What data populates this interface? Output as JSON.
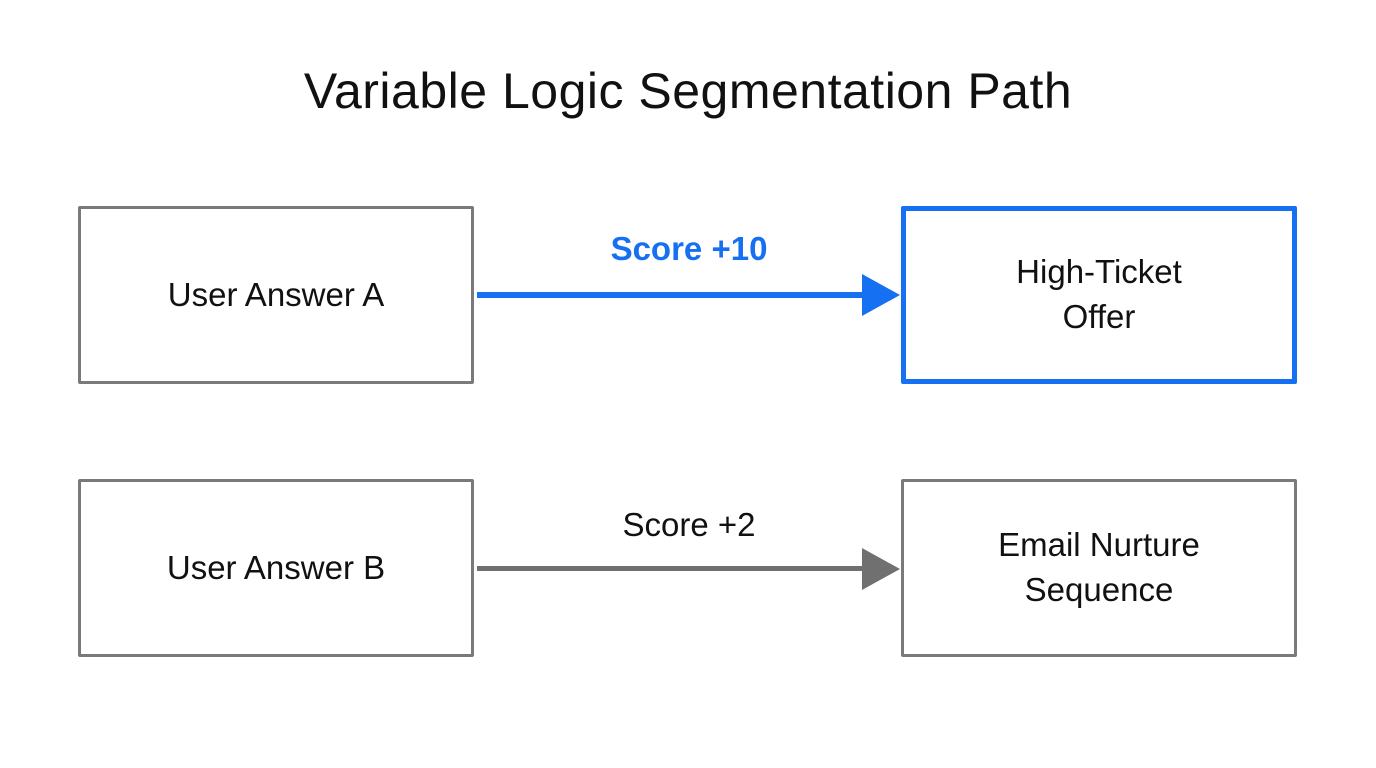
{
  "title": "Variable Logic Segmentation Path",
  "colors": {
    "background": "#ffffff",
    "accent_blue": "#1570f2",
    "node_border_gray": "#7a7a7a",
    "arrow_gray": "#707070",
    "text": "#111111"
  },
  "nodes": [
    {
      "id": "user-answer-a",
      "label": "User Answer A",
      "border_color": "#7a7a7a"
    },
    {
      "id": "high-ticket-offer",
      "label": "High-Ticket\nOffer",
      "border_color": "#1570f2"
    },
    {
      "id": "user-answer-b",
      "label": "User Answer B",
      "border_color": "#7a7a7a"
    },
    {
      "id": "email-nurture-sequence",
      "label": "Email Nurture\nSequence",
      "border_color": "#7a7a7a"
    }
  ],
  "edges": [
    {
      "from": "user-answer-a",
      "to": "high-ticket-offer",
      "label": "Score +10",
      "color": "#1570f2",
      "label_style": "bold"
    },
    {
      "from": "user-answer-b",
      "to": "email-nurture-sequence",
      "label": "Score +2",
      "color": "#707070",
      "label_style": "regular"
    }
  ]
}
